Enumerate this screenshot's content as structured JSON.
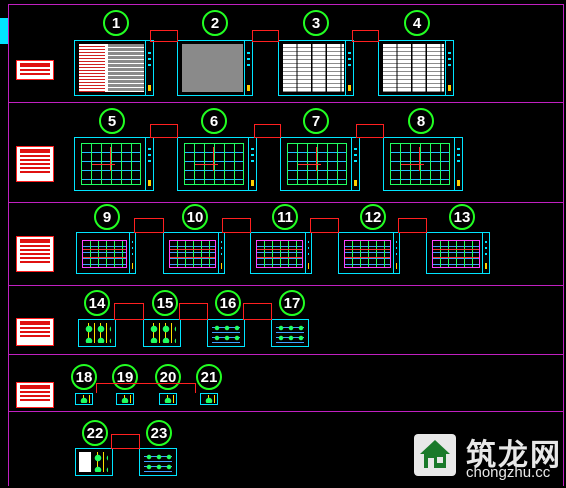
{
  "drawing": {
    "sheet_numbers": [
      "1",
      "2",
      "3",
      "4",
      "5",
      "6",
      "7",
      "8",
      "9",
      "10",
      "11",
      "12",
      "13",
      "14",
      "15",
      "16",
      "17",
      "18",
      "19",
      "20",
      "21",
      "22",
      "23"
    ]
  },
  "watermark": {
    "name_cn": "筑龙网",
    "url": "chongzhu.cc"
  },
  "colors": {
    "background": "#000000",
    "frame_line": "#c020c0",
    "sheet_border": "#00e5ff",
    "number_circle": "#22ff22",
    "connector": "#ff2020",
    "legend_red": "#e01010"
  }
}
